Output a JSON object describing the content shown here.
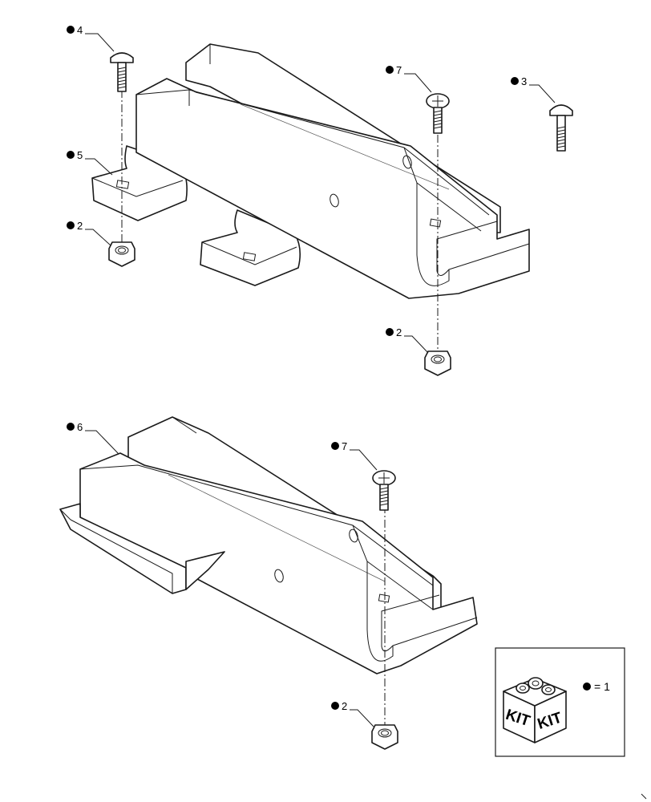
{
  "callouts": {
    "c4": "4",
    "c7a": "7",
    "c3": "3",
    "c5": "5",
    "c2a": "2",
    "c2b": "2",
    "c6": "6",
    "c7b": "7",
    "c2c": "2"
  },
  "kit_legend": {
    "kit_left": "KIT",
    "kit_right": "KIT",
    "equals": "= 1"
  }
}
